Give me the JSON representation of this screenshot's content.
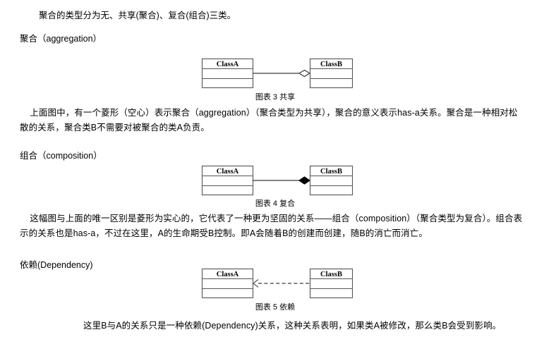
{
  "document": {
    "intro_paragraph": "聚合的类型分为无、共享(聚合)、复合(组合)三类。",
    "sections": [
      {
        "heading": "聚合（aggregation）",
        "caption": "图表 3 共享",
        "relation": "aggregation",
        "diagram": {
          "source_class": "ClassA",
          "target_class": "ClassB",
          "connector": "solid-line",
          "adornment": "hollow-diamond",
          "adornment_end": "target"
        },
        "body": "    上面图中，有一个菱形（空心）表示聚合（aggregation）（聚合类型为共享），聚合的意义表示has-a关系。聚合是一种相对松散的关系，聚合类B不需要对被聚合的类A负责。"
      },
      {
        "heading": "组合（composition）",
        "caption": "图表 4 复合",
        "relation": "composition",
        "diagram": {
          "source_class": "ClassA",
          "target_class": "ClassB",
          "connector": "solid-line",
          "adornment": "filled-diamond",
          "adornment_end": "target"
        },
        "body": "    这幅图与上面的唯一区别是菱形为实心的，它代表了一种更为坚固的关系——组合（composition）（聚合类型为复合）。组合表示的关系也是has-a，不过在这里，A的生命期受B控制。即A会随着B的创建而创建，随B的消亡而消亡。"
      },
      {
        "heading": "依赖(Dependency)",
        "caption": "图表 5 依赖",
        "relation": "dependency",
        "diagram": {
          "source_class": "ClassA",
          "target_class": "ClassB",
          "connector": "dashed-line",
          "adornment": "open-arrowhead",
          "adornment_end": "source"
        },
        "body": "这里B与A的关系只是一种依赖(Dependency)关系，这种关系表明，如果类A被修改，那么类B会受到影响。"
      }
    ]
  },
  "colors": {
    "page_background": "#ffffff",
    "text": "#000000",
    "box_border": "#555555",
    "connector": "#3a3a3a",
    "diamond_fill_hollow": "#ffffff",
    "diamond_fill_solid": "#000000"
  }
}
